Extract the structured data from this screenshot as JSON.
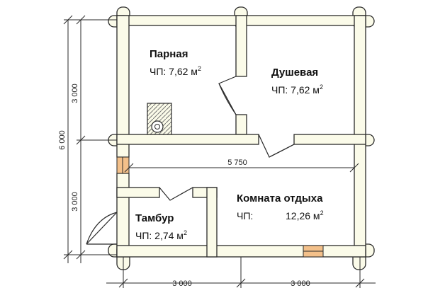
{
  "rooms": {
    "parnaya": {
      "name": "Парная",
      "area_prefix": "ЧП: 7,62 м",
      "area_sup": "2"
    },
    "dushevaya": {
      "name": "Душевая",
      "area_prefix": "ЧП: 7,62 м",
      "area_sup": "2"
    },
    "komnata": {
      "name": "Комната отдыха",
      "area_label": "ЧП:",
      "area_value": "12,26 м",
      "area_sup": "2"
    },
    "tambur": {
      "name": "Тамбур",
      "area_prefix": "ЧП: 2,74 м",
      "area_sup": "2"
    }
  },
  "dimensions": {
    "left_top": "3 000",
    "left_bottom": "3 000",
    "left_total": "6 000",
    "inner_width": "5 750",
    "bottom_left": "3 000",
    "bottom_right": "3 000"
  },
  "colors": {
    "wall_fill": "#fbfbe9",
    "wall_stroke": "#2a2a2a",
    "window_fill": "#f3c08a"
  }
}
